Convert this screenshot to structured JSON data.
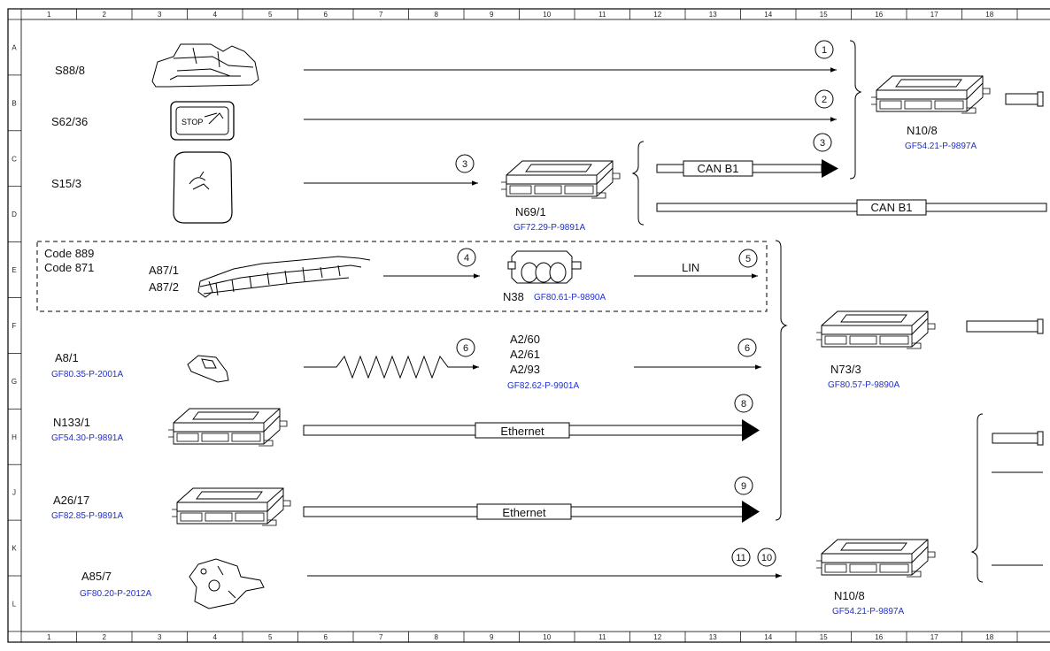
{
  "grid": {
    "columns": [
      "1",
      "2",
      "3",
      "4",
      "5",
      "6",
      "7",
      "8",
      "9",
      "10",
      "11",
      "12",
      "13",
      "14",
      "15",
      "16",
      "17",
      "18"
    ],
    "rows": [
      "A",
      "B",
      "C",
      "D",
      "E",
      "F",
      "G",
      "H",
      "J",
      "K",
      "L"
    ]
  },
  "components": {
    "s88": "S88/8",
    "s62": "S62/36",
    "s15": "S15/3",
    "n69": "N69/1",
    "n69_ref": "GF72.29-P-9891A",
    "code889": "Code 889",
    "code871": "Code 871",
    "a87_1": "A87/1",
    "a87_2": "A87/2",
    "n38": "N38",
    "n38_ref": "GF80.61-P-9890A",
    "a8": "A8/1",
    "a8_ref": "GF80.35-P-2001A",
    "a2_60": "A2/60",
    "a2_61": "A2/61",
    "a2_93": "A2/93",
    "a2_ref": "GF82.62-P-9901A",
    "n133": "N133/1",
    "n133_ref": "GF54.30-P-9891A",
    "a26": "A26/17",
    "a26_ref": "GF82.85-P-9891A",
    "a85": "A85/7",
    "a85_ref": "GF80.20-P-2012A",
    "n10_top": "N10/8",
    "n10_top_ref": "GF54.21-P-9897A",
    "n73": "N73/3",
    "n73_ref": "GF80.57-P-9890A",
    "n10_bottom": "N10/8",
    "n10_bottom_ref": "GF54.21-P-9897A",
    "s15_icon_text": "STOP"
  },
  "buses": {
    "can1": "CAN B1",
    "can2": "CAN B1",
    "lin": "LIN",
    "eth1": "Ethernet",
    "eth2": "Ethernet"
  },
  "markers": {
    "m1": "1",
    "m2": "2",
    "m3a": "3",
    "m3b": "3",
    "m4": "4",
    "m5": "5",
    "m6a": "6",
    "m6b": "6",
    "m8": "8",
    "m9": "9",
    "m11": "11",
    "m10": "10"
  }
}
